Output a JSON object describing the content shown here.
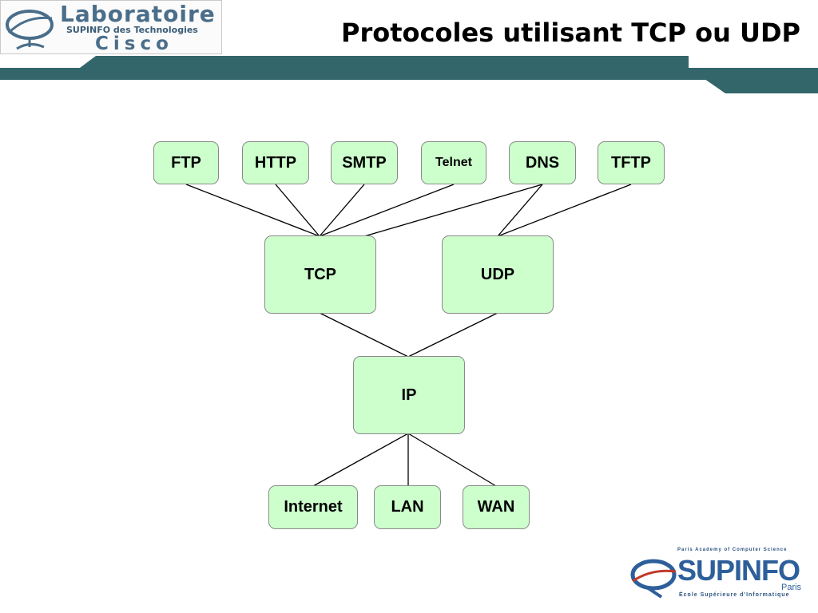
{
  "header": {
    "title": "Protocoles utilisant TCP ou UDP",
    "logo": {
      "line1": "Laboratoire",
      "line2": "SUPINFO des Technologies",
      "line3": "Cisco"
    }
  },
  "diagram": {
    "application": [
      "FTP",
      "HTTP",
      "SMTP",
      "Telnet",
      "DNS",
      "TFTP"
    ],
    "transport": [
      "TCP",
      "UDP"
    ],
    "network": "IP",
    "physical": [
      "Internet",
      "LAN",
      "WAN"
    ]
  },
  "footer_logo": {
    "top_text": "Paris Academy of Computer Science",
    "brand": "SUPINFO",
    "city": "Paris",
    "bottom_text": "École Supérieure d'Informatique"
  },
  "colors": {
    "node_fill": "#ccffcc",
    "banner": "#33666a",
    "brand_blue": "#2d5f9a"
  }
}
